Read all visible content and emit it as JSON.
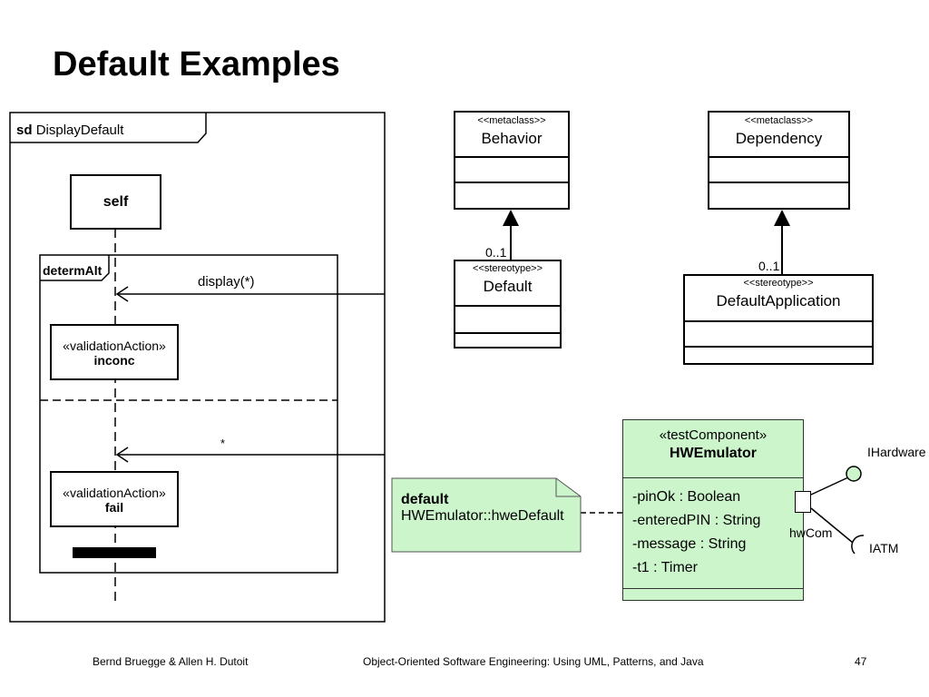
{
  "slide": {
    "title": "Default Examples",
    "footer_left": "Bernd Bruegge & Allen H. Dutoit",
    "footer_center": "Object-Oriented Software Engineering: Using UML, Patterns, and Java",
    "page_number": "47"
  },
  "sequence": {
    "frame_keyword": "sd",
    "frame_name": "DisplayDefault",
    "lifeline": "self",
    "fragment": "determAlt",
    "message1": "display(*)",
    "message2": "*",
    "action1_stereotype": "«validationAction»",
    "action1_name": "inconc",
    "action2_stereotype": "«validationAction»",
    "action2_name": "fail"
  },
  "profile": {
    "behavior_stereotype": "<<metaclass>>",
    "behavior_name": "Behavior",
    "dependency_stereotype": "<<metaclass>>",
    "dependency_name": "Dependency",
    "default_multiplicity": "0..1",
    "default_stereotype": "<<stereotype>>",
    "default_name": "Default",
    "defapp_multiplicity": "0..1",
    "defapp_stereotype": "<<stereotype>>",
    "defapp_name": "DefaultApplication"
  },
  "component": {
    "stereotype": "«testComponent»",
    "name": "HWEmulator",
    "attributes": [
      "-pinOk : Boolean",
      "-enteredPIN : String",
      "-message : String",
      "-t1 : Timer"
    ],
    "port": "hwCom",
    "provided": "IHardware",
    "required": "IATM",
    "note_title": "default",
    "note_text": "HWEmulator::hweDefault",
    "fill_color": "#ccf5cc"
  }
}
